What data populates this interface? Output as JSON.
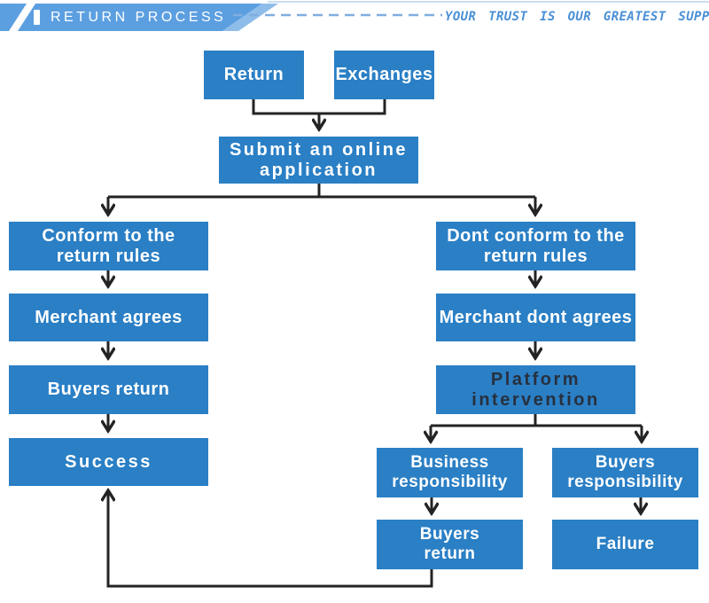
{
  "header": {
    "title": "RETURN PROCESS",
    "tagline": "YOUR TRUST IS OUR GREATEST SUPPORT"
  },
  "colors": {
    "node_blue": "#2A7FC5",
    "banner_blue": "#5C9FE1",
    "banner_accent": "#8FBDEA",
    "dash_blue": "#7FAEDF",
    "tagline_blue": "#4A90D5",
    "connector_dark": "#232323",
    "platform_text_dark": "#28303E"
  },
  "flowchart": {
    "nodes": {
      "return": "Return",
      "exchanges": "Exchanges",
      "submit": "Submit an online\napplication",
      "conform": "Conform to the\nreturn rules",
      "merchant_agrees": "Merchant agrees",
      "buyers_return": "Buyers return",
      "success": "Success",
      "dont_conform": "Dont conform to the\nreturn rules",
      "merchant_dont_agrees": "Merchant dont agrees",
      "platform_intervention": "Platform\nintervention",
      "business_responsibility": "Business\nresponsibility",
      "buyers_responsibility": "Buyers\nresponsibility",
      "buyers_return_2": "Buyers\nreturn",
      "failure": "Failure"
    }
  }
}
